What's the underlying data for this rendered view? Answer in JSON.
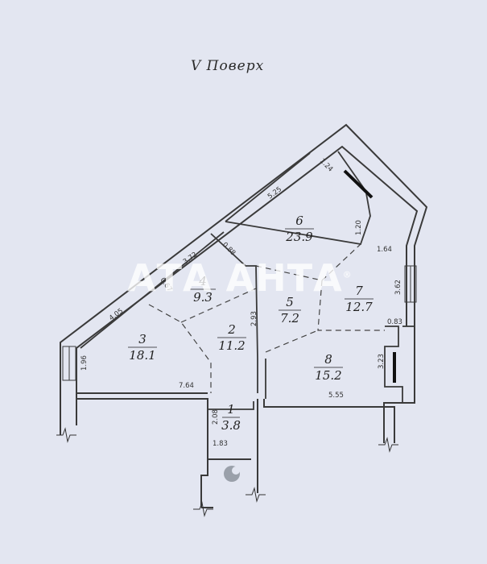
{
  "floor_title": "V Поверх",
  "watermark": "АТА АНТА",
  "watermark_mark": "®",
  "rooms": [
    {
      "number": "1",
      "area": "3.8"
    },
    {
      "number": "2",
      "area": "11.2"
    },
    {
      "number": "3",
      "area": "18.1"
    },
    {
      "number": "4",
      "area": "9.3"
    },
    {
      "number": "5",
      "area": "7.2"
    },
    {
      "number": "6",
      "area": "23.9"
    },
    {
      "number": "7",
      "area": "12.7"
    },
    {
      "number": "8",
      "area": "15.2"
    }
  ],
  "dimensions": [
    "1.24",
    "5.25",
    "1.20",
    "1.64",
    "3.62",
    "0.83",
    "3.23",
    "5.55",
    "2.93",
    "0.88",
    "3.72",
    "0.67",
    "4.05",
    "1.96",
    "7.64",
    "2.08",
    "1.83"
  ]
}
